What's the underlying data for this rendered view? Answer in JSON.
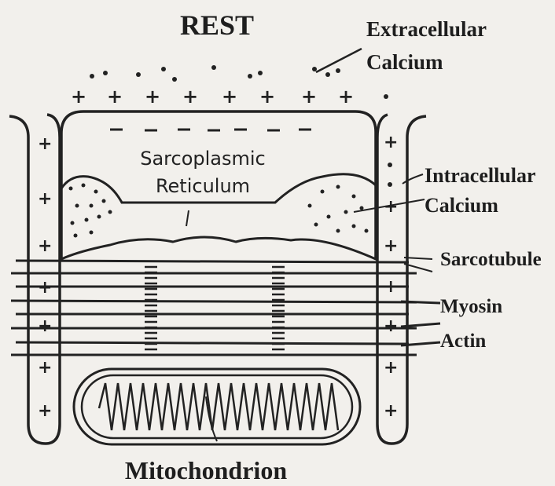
{
  "title": "REST",
  "labels": {
    "extracellular_line1": "Extracellular",
    "extracellular_line2": "Calcium",
    "intracellular_line1": "Intracellular",
    "intracellular_line2": "Calcium",
    "sarcotubule": "Sarcotubule",
    "myosin": "Myosin",
    "actin": "Actin",
    "mitochondrion": "Mitochondrion",
    "sr_line1": "Sarcoplasmic",
    "sr_line2": "Reticulum"
  },
  "colors": {
    "title": "#2c7a8a",
    "ink": "#222222",
    "background": "#f2f0ec"
  }
}
